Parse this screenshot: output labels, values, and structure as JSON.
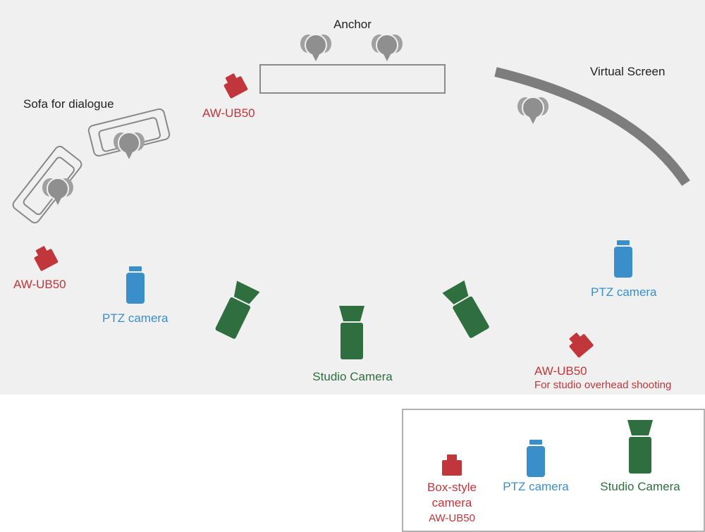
{
  "labels": {
    "anchor": "Anchor",
    "virtual_screen": "Virtual Screen",
    "sofa": "Sofa for dialogue",
    "ub50_top": "AW-UB50",
    "ub50_left": "AW-UB50",
    "ptz_left": "PTZ camera",
    "studio_camera": "Studio Camera",
    "ptz_right": "PTZ camera",
    "ub50_right": "AW-UB50",
    "ub50_right_note": "For studio overhead shooting"
  },
  "legend": {
    "box_line1": "Box-style",
    "box_line2": "camera",
    "box_line3": "AW-UB50",
    "ptz": "PTZ camera",
    "studio": "Studio Camera"
  },
  "colors": {
    "floor": "#f0f0f0",
    "box_camera": "#c0363a",
    "ptz_camera": "#3a8fcb",
    "studio_camera": "#2e6e3f",
    "person": "#9a9a9a",
    "screen": "#7d7d7d",
    "furniture_outline": "#888888"
  }
}
